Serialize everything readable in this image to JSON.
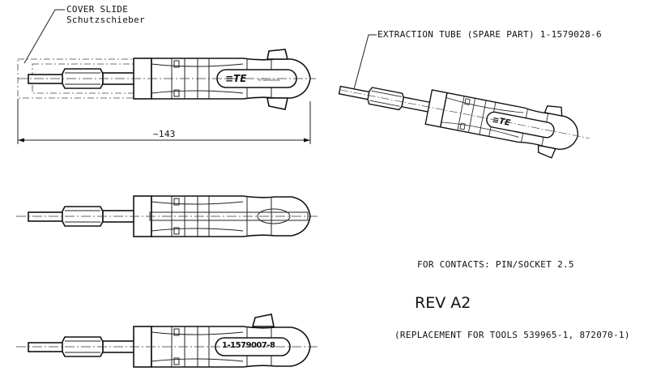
{
  "labels": {
    "cover_slide": "COVER SLIDE",
    "cover_slide_de": "Schutzschieber",
    "dimension": "~143",
    "extraction_tube": "EXTRACTION TUBE (SPARE PART) 1-1579028-6",
    "contacts": "FOR CONTACTS: PIN/SOCKET 2.5",
    "revision": "REV A2",
    "replacement": "(REPLACEMENT FOR TOOLS 539965-1, 872070-1)",
    "part_number_marking": "1-1579007-8",
    "logo_text": "TE",
    "logo_subtext": "TE Connectivity"
  }
}
